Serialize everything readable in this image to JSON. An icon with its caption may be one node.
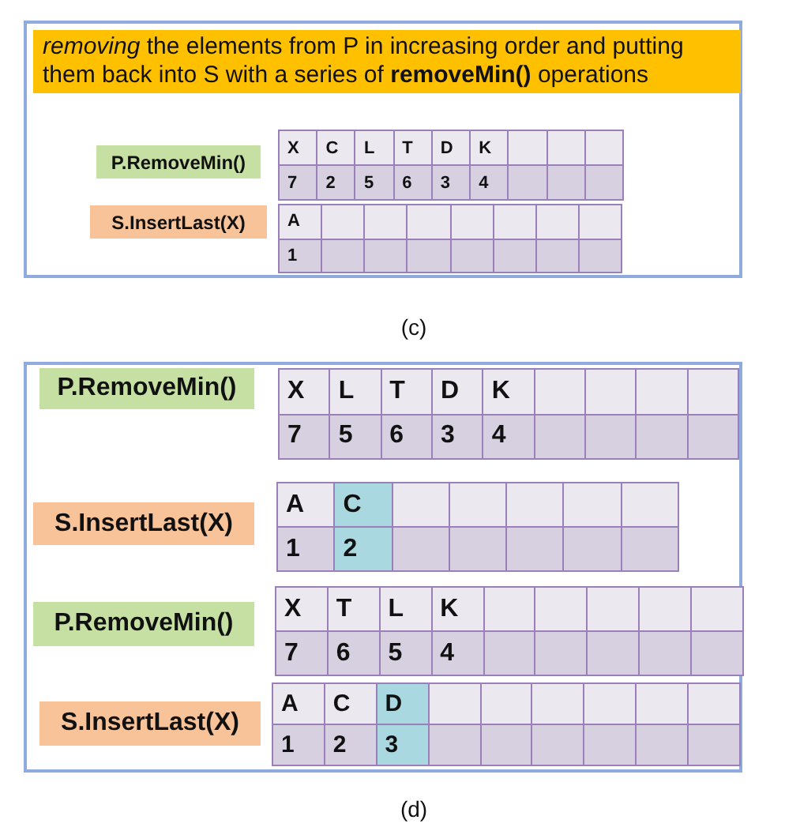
{
  "diagram": {
    "nodes": [
      {
        "text": [],
        "shape": "box"
      },
      {
        "text": [
          "*removing* the elements from P in increasing order and putting them back into S with a series of **removeMin()** operations"
        ],
        "in": 0
      },
      {
        "text": [
          "P.RemoveMin()"
        ],
        "in": 0
      },
      {
        "text": [
          "S.InsertLast(X)"
        ],
        "in": 0
      },
      {
        "text": [],
        "shape": "box"
      },
      {
        "text": [
          "P.RemoveMin()"
        ],
        "in": 4
      },
      {
        "text": [
          "S.InsertLast(X)"
        ],
        "in": 4
      },
      {
        "text": [
          "P.RemoveMin()"
        ],
        "in": 4
      },
      {
        "text": [
          "S.InsertLast(X)"
        ],
        "in": 4
      }
    ],
    "labels": [
      "X",
      "C",
      "L",
      "T",
      "D",
      "K",
      "7",
      "2",
      "5",
      "6",
      "3",
      "4",
      "A",
      "1",
      "(c)",
      "X",
      "L",
      "T",
      "D",
      "K",
      "7",
      "5",
      "6",
      "3",
      "4",
      "A",
      "C",
      "1",
      "2",
      "X",
      "T",
      "L",
      "K",
      "7",
      "6",
      "5",
      "4",
      "A",
      "C",
      "D",
      "1",
      "2",
      "3",
      "(d)"
    ]
  }
}
